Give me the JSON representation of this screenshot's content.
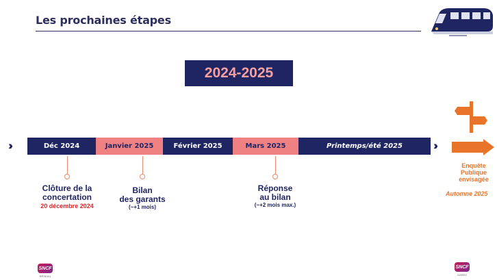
{
  "header": {
    "title": "Les prochaines étapes"
  },
  "year_banner": "2024-2025",
  "timeline": {
    "segments": [
      {
        "label": "Déc 2024",
        "style": "navy"
      },
      {
        "label": "Janvier 2025",
        "style": "pink"
      },
      {
        "label": "Février 2025",
        "style": "navy"
      },
      {
        "label": "Mars 2025",
        "style": "pink"
      },
      {
        "label": "Printemps/été 2025",
        "style": "navy-italic"
      }
    ]
  },
  "milestones": {
    "cloture": {
      "line1": "Clôture de la",
      "line2": "concertation",
      "date": "20 décembre 2024"
    },
    "bilan": {
      "line1": "Bilan",
      "line2": "des garants",
      "note": "(~+1 mois)"
    },
    "reponse": {
      "line1": "Réponse",
      "line2": "au bilan",
      "note": "(~+2 mois max.)"
    }
  },
  "next_step": {
    "line1": "Enquête",
    "line2": "Publique",
    "line3": "envisagée",
    "when": "Automne 2025"
  },
  "footer": {
    "logo_left": "SNCF",
    "logo_left_sub": "RÉSEAU",
    "logo_right": "SNCF",
    "logo_right_sub": "GARES"
  },
  "colors": {
    "navy": "#1f2563",
    "pink": "#f08183",
    "orange": "#e8742a",
    "red": "#e0252a"
  }
}
